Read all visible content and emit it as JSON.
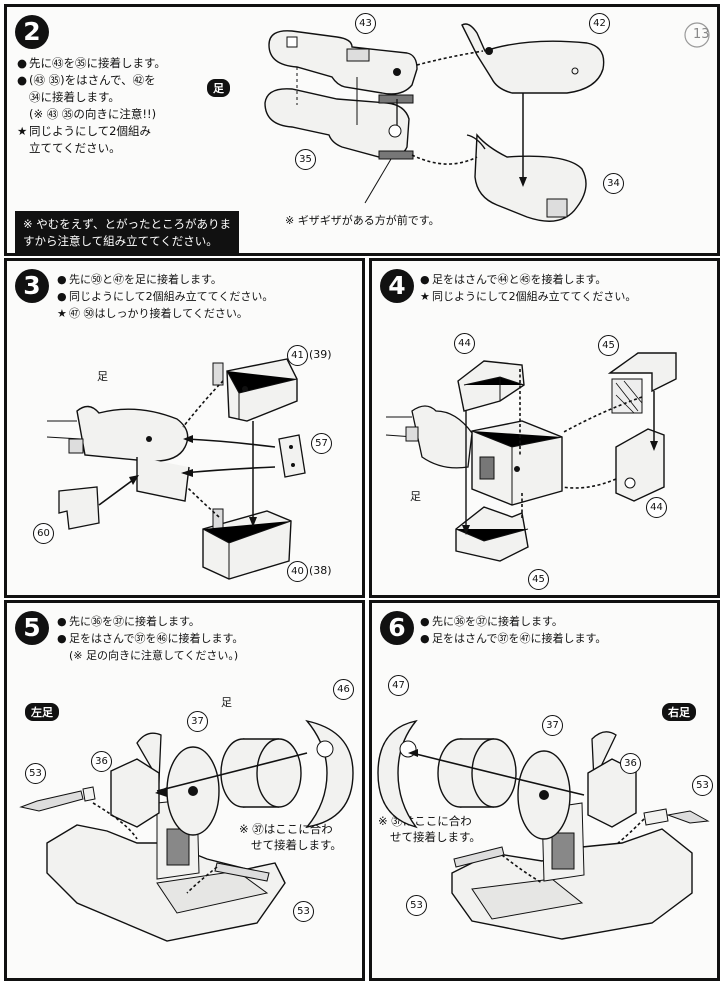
{
  "step2": {
    "num": "2",
    "lines": [
      "先に㊸を㉟に接着します。",
      "(㊸ ㉟)をはさんで、㊷を",
      "㉞に接着します。",
      "(※ ㊸ ㉟の向きに注意!!)",
      "同じようにして2個組み",
      "立ててください。"
    ],
    "tag": "足",
    "warning": [
      "※ やむをえず、とがったところがありま",
      "すから注意して組み立ててください。"
    ],
    "note": "※ ギザギザがある方が前です。",
    "parts": [
      "43",
      "42",
      "35",
      "34"
    ]
  },
  "step3": {
    "num": "3",
    "lines": [
      "先に㊿と㊼を足に接着します。",
      "同じようにして2個組み立ててください。",
      "㊼ ㊿はしっかり接着してください。"
    ],
    "label_leg": "足",
    "parts": [
      "41",
      "(39)",
      "57",
      "60",
      "40",
      "(38)"
    ]
  },
  "step4": {
    "num": "4",
    "lines": [
      "足をはさんで㊹と㊺を接着します。",
      "同じようにして2個組み立ててください。"
    ],
    "label_leg": "足",
    "parts": [
      "44",
      "45",
      "44",
      "45"
    ]
  },
  "step5": {
    "num": "5",
    "lines": [
      "先に㊱を㊲に接着します。",
      "足をはさんで㊲を㊻に接着します。",
      "(※ 足の向きに注意してください。)"
    ],
    "tag": "左足",
    "label_leg": "足",
    "callout": [
      "※ ㊲はここに合わ",
      "せて接着します。"
    ],
    "parts": [
      "46",
      "37",
      "36",
      "53",
      "53"
    ]
  },
  "step6": {
    "num": "6",
    "lines": [
      "先に㊱を㊲に接着します。",
      "足をはさんで㊲を㊼に接着します。"
    ],
    "tag": "右足",
    "callout": [
      "※ ㊲はここに合わ",
      "せて接着します。"
    ],
    "parts": [
      "47",
      "37",
      "36",
      "53",
      "53"
    ]
  },
  "page_number": "13",
  "colors": {
    "ink": "#111111",
    "paper": "#fbfbfa",
    "part_fill": "#f2f2f0"
  }
}
